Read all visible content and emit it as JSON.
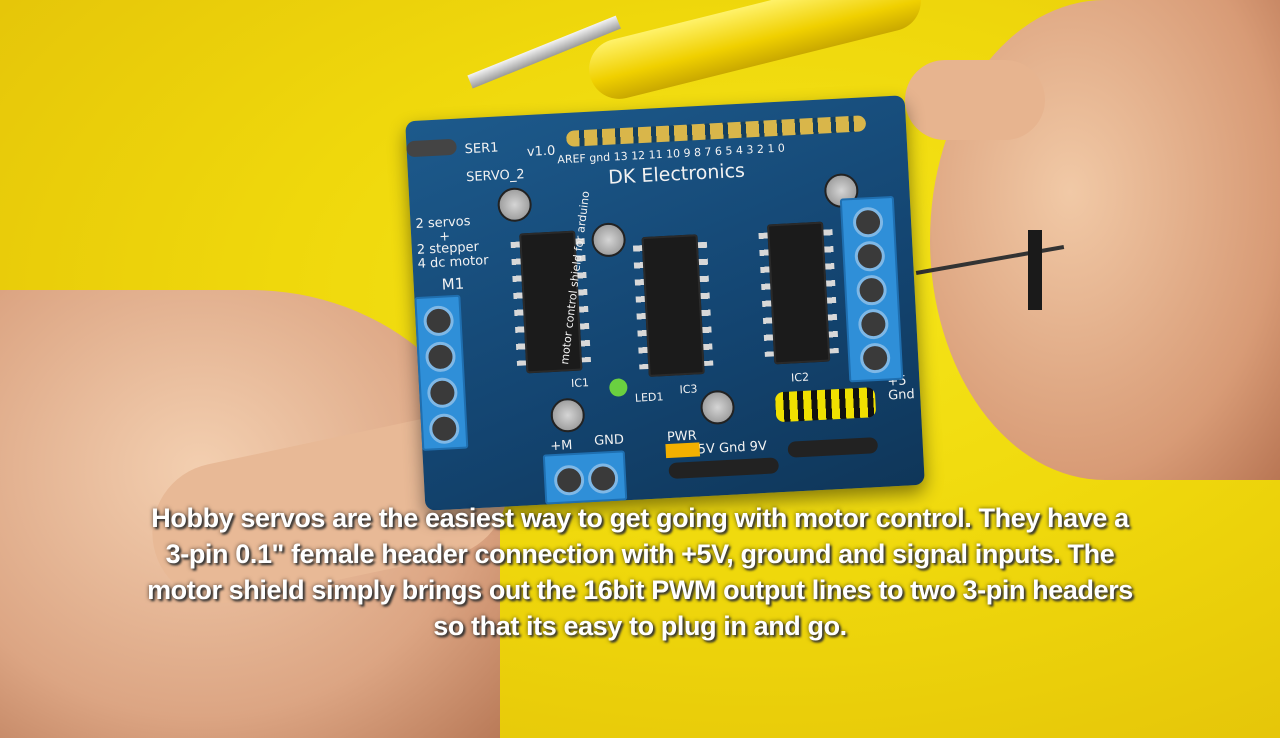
{
  "video": {
    "subtitle_lines": [
      "Hobby servos are the easiest way to get going with motor control. They have a",
      "3-pin 0.1\" female header connection with +5V, ground and signal inputs. The",
      "motor shield simply brings out the 16bit PWM output lines to two 3-pin headers",
      "so that its easy to plug in and go."
    ]
  },
  "board": {
    "brand": "DK Electronics",
    "version": "v1.0",
    "ser1": "SER1",
    "servo2": "SERVO_2",
    "features": [
      "2 servos",
      "+",
      "2 stepper",
      "4 dc motor"
    ],
    "m1": "M1",
    "pins": "AREF gnd 13 12 11 10 9 8   7 6 5 4 3 2 1 0",
    "silk": "motor control shield for arduino",
    "gnd": "GND",
    "pwr": "PWR",
    "m_plus": "+M",
    "led1": "LED1",
    "ic1": "IC1",
    "ic2": "IC2",
    "ic3": "IC3",
    "volt": "5V Gnd 9V",
    "plus5": "+5",
    "gnd2": "Gnd"
  },
  "colors": {
    "background": "#efd80c",
    "pcb": "#134470",
    "terminal": "#2f8fd8",
    "subtitle": "#ffffff"
  }
}
